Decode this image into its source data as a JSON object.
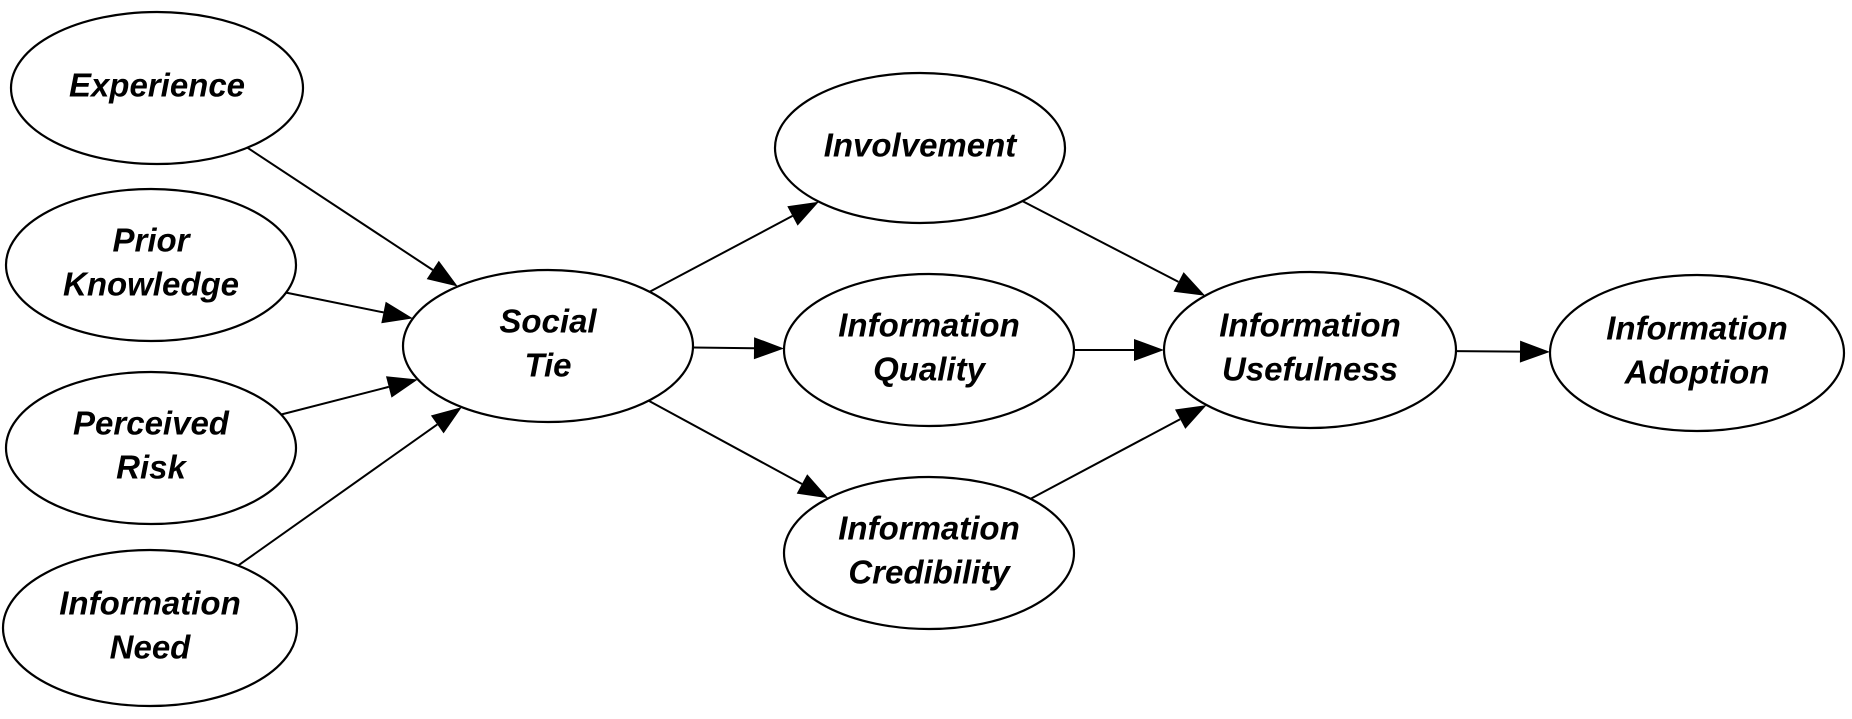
{
  "diagram": {
    "nodes": [
      {
        "id": "experience",
        "lines": [
          "Experience"
        ]
      },
      {
        "id": "prior-knowledge",
        "lines": [
          "Prior",
          "Knowledge"
        ]
      },
      {
        "id": "perceived-risk",
        "lines": [
          "Perceived",
          "Risk"
        ]
      },
      {
        "id": "information-need",
        "lines": [
          "Information",
          "Need"
        ]
      },
      {
        "id": "social-tie",
        "lines": [
          "Social",
          "Tie"
        ]
      },
      {
        "id": "involvement",
        "lines": [
          "Involvement"
        ]
      },
      {
        "id": "information-quality",
        "lines": [
          "Information",
          "Quality"
        ]
      },
      {
        "id": "information-credibility",
        "lines": [
          "Information",
          "Credibility"
        ]
      },
      {
        "id": "information-usefulness",
        "lines": [
          "Information",
          "Usefulness"
        ]
      },
      {
        "id": "information-adoption",
        "lines": [
          "Information",
          "Adoption"
        ]
      }
    ],
    "edges": [
      {
        "from": "experience",
        "to": "social-tie"
      },
      {
        "from": "prior-knowledge",
        "to": "social-tie"
      },
      {
        "from": "perceived-risk",
        "to": "social-tie"
      },
      {
        "from": "information-need",
        "to": "social-tie"
      },
      {
        "from": "social-tie",
        "to": "involvement"
      },
      {
        "from": "social-tie",
        "to": "information-quality"
      },
      {
        "from": "social-tie",
        "to": "information-credibility"
      },
      {
        "from": "involvement",
        "to": "information-usefulness"
      },
      {
        "from": "information-quality",
        "to": "information-usefulness"
      },
      {
        "from": "information-credibility",
        "to": "information-usefulness"
      },
      {
        "from": "information-usefulness",
        "to": "information-adoption"
      }
    ]
  }
}
